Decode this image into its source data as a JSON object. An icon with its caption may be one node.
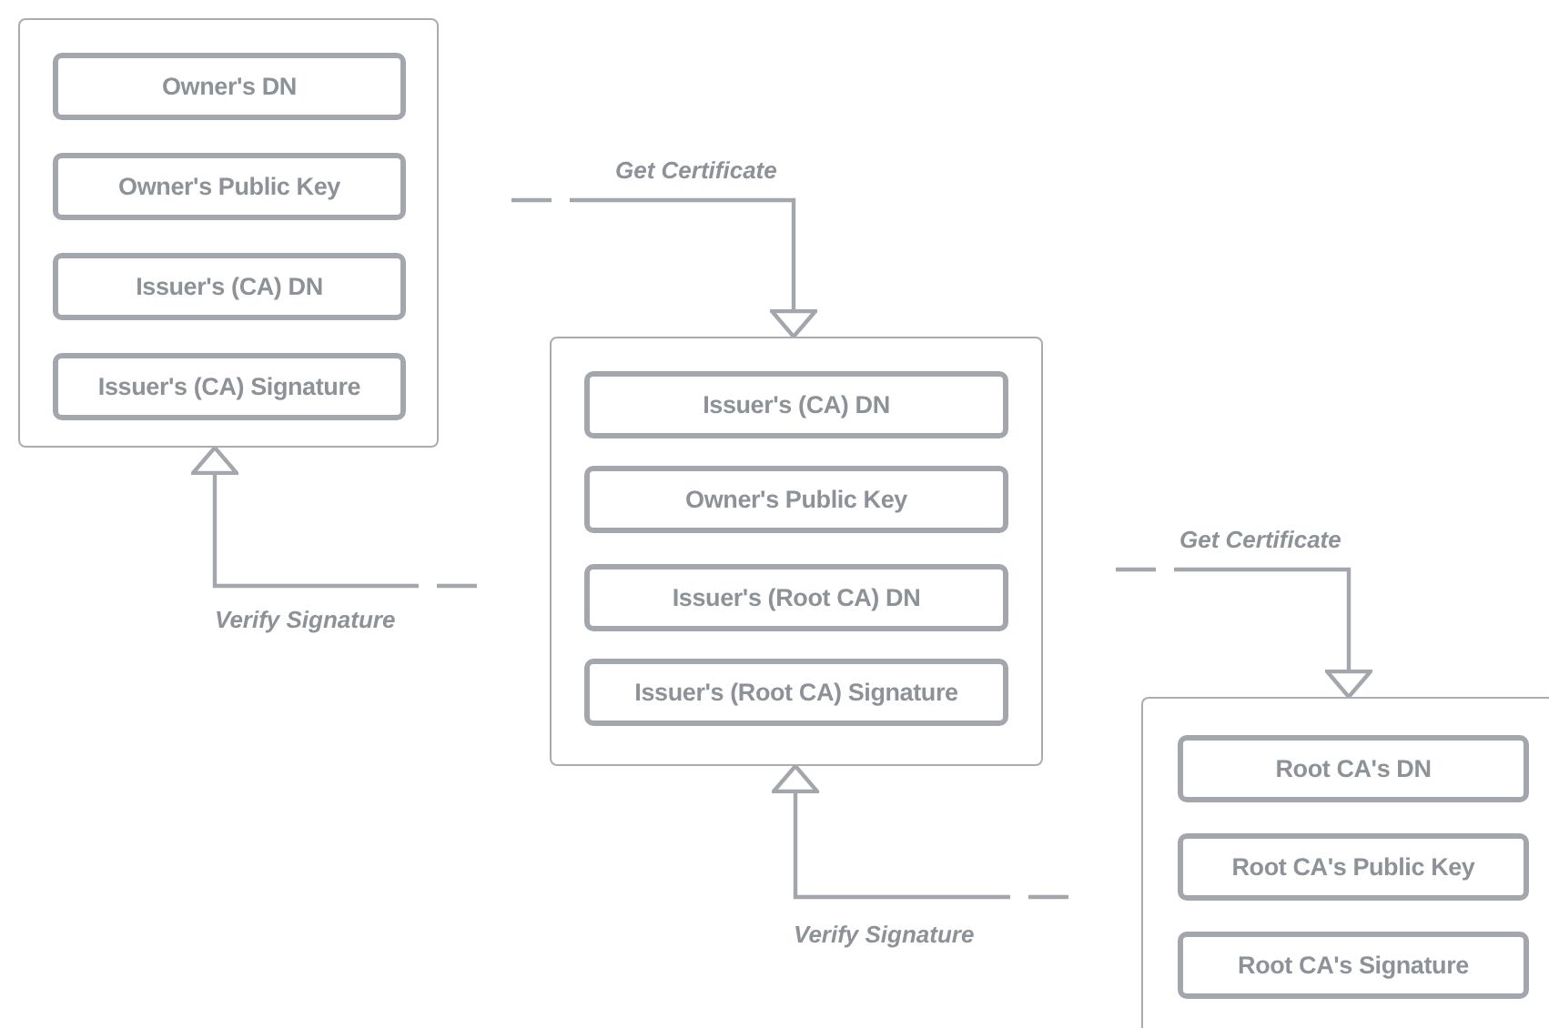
{
  "diagram": {
    "nodes": [
      {
        "text": [],
        "shape": "box"
      },
      {
        "text": [
          "Owner's DN"
        ],
        "in": 0
      },
      {
        "text": [
          "Owner's Public Key"
        ],
        "in": 0
      },
      {
        "text": [
          "Issuer's (CA) DN"
        ],
        "in": 0
      },
      {
        "text": [
          "Issuer's (CA) Signature"
        ],
        "in": 0
      },
      {
        "text": [],
        "shape": "box"
      },
      {
        "text": [
          "Issuer's (CA) DN"
        ],
        "in": 5
      },
      {
        "text": [
          "Owner's Public Key"
        ],
        "in": 5
      },
      {
        "text": [
          "Issuer's (Root CA) DN"
        ],
        "in": 5
      },
      {
        "text": [
          "Issuer's (Root CA) Signature"
        ],
        "in": 5
      },
      {
        "text": [],
        "shape": "box"
      },
      {
        "text": [
          "Root CA's DN"
        ],
        "in": 10
      },
      {
        "text": [
          "Root CA's Public Key"
        ],
        "in": 10
      },
      {
        "text": [
          "Root CA's Signature"
        ],
        "in": 10
      }
    ],
    "edges": [
      {
        "from": 0,
        "to": 5,
        "arrow": "to",
        "label": "Get Certificate"
      },
      {
        "from": 5,
        "to": 0,
        "arrow": "to",
        "label": "Verify Signature"
      },
      {
        "from": 5,
        "to": 10,
        "arrow": "to",
        "label": "Get Certificate"
      },
      {
        "from": 10,
        "to": 5,
        "arrow": "to",
        "label": "Verify Signature"
      }
    ]
  }
}
